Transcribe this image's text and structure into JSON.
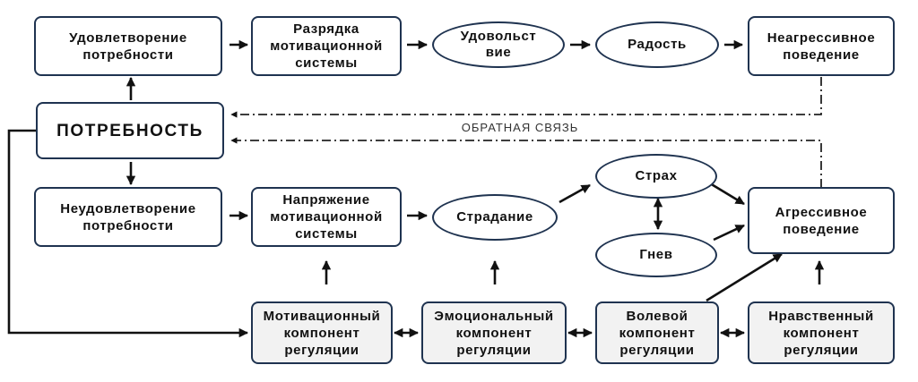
{
  "nodes": {
    "satisfaction": "Удовлетворение\nпотребности",
    "discharge": "Разрядка\nмотивационной\nсистемы",
    "pleasure": "Удовольст\nвие",
    "joy": "Радость",
    "nonaggressive": "Неагрессивное\nповедение",
    "need": "ПОТРЕБНОСТЬ",
    "dissatisfaction": "Неудовлетворение\nпотребности",
    "tension": "Напряжение\nмотивационной\nсистемы",
    "suffering": "Страдание",
    "fear": "Страх",
    "anger": "Гнев",
    "aggressive": "Агрессивное\nповедение",
    "motivational": "Мотивационный\nкомпонент\nрегуляции",
    "emotional": "Эмоциональный\nкомпонент\nрегуляции",
    "volitional": "Волевой\nкомпонент\nрегуляции",
    "moral": "Нравственный\nкомпонент\nрегуляции"
  },
  "feedback_label": "ОБРАТНАЯ СВЯЗЬ",
  "colors": {
    "border": "#1f3350",
    "arrow": "#111111",
    "shaded_fill": "#f2f2f2"
  }
}
